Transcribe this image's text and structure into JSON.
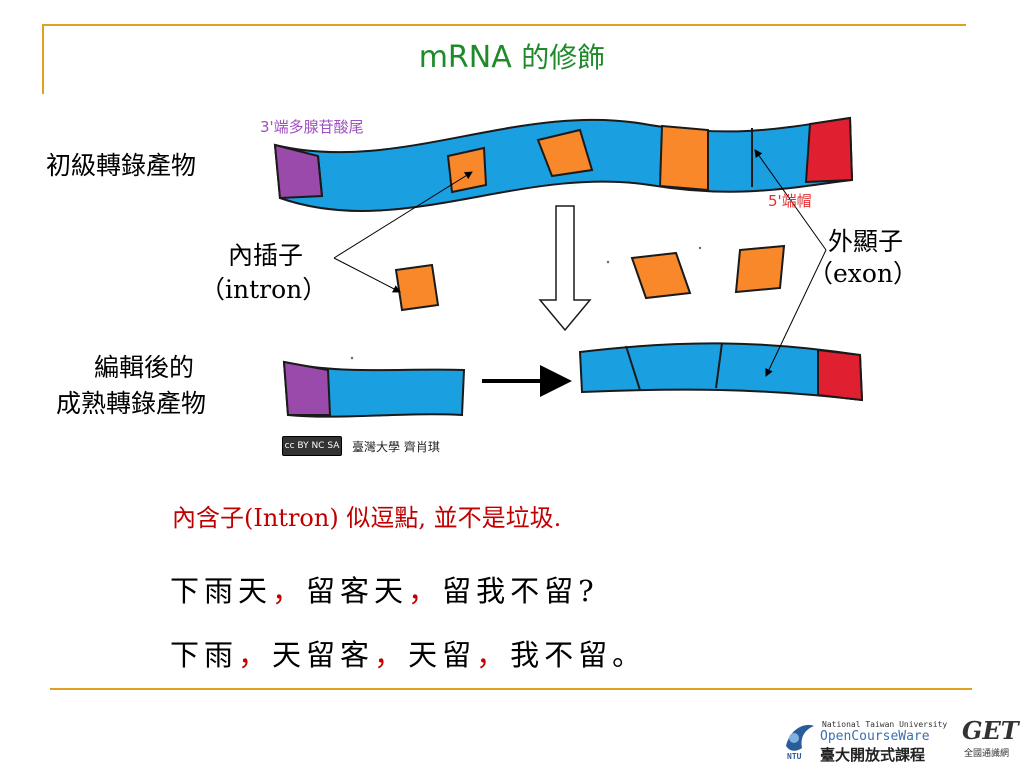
{
  "title": {
    "latin": "mRNA",
    "cjk": "的修飾"
  },
  "diagram": {
    "primary_transcript_label": "初級轉錄產物",
    "poly_a_label": "3'端多腺苷酸尾",
    "cap_label": "5'端帽",
    "intron_label": "內插子",
    "intron_en": "（intron）",
    "exon_label": "外顯子",
    "exon_en": "（exon）",
    "mature_label_line1": "編輯後的",
    "mature_label_line2": "成熟轉錄產物",
    "colors": {
      "exon": "#1a9fe0",
      "intron": "#f8882a",
      "cap": "#e02030",
      "tail": "#9a4aaa"
    }
  },
  "license": {
    "badge": "cc BY NC SA",
    "credit": "臺灣大學 齊肖琪"
  },
  "note": "內含子(Intron) 似逗點, 並不是垃圾.",
  "proverb": {
    "line1": [
      "下雨天",
      "，",
      "留客天",
      "，",
      "留我不留?"
    ],
    "line2": [
      "下雨",
      "，",
      "天留客",
      "，",
      "天留",
      "，",
      "我不留。"
    ]
  },
  "footer": {
    "ocw_small": "National Taiwan University",
    "ocw_name": "OpenCourseWare",
    "ntu_name": "臺大開放式課程",
    "ntu_abbr": "NTU",
    "get_logo": "GET",
    "get_sub": "全國通識網"
  }
}
